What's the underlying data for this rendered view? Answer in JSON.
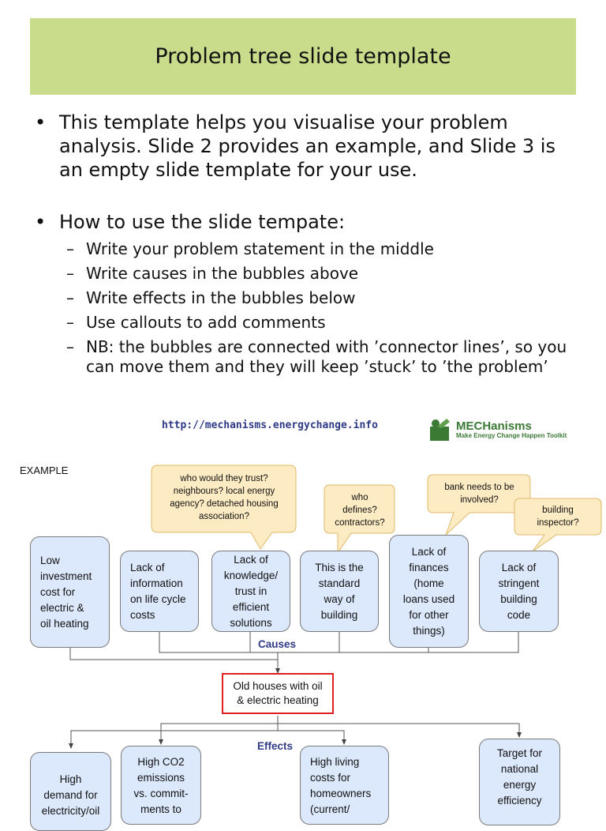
{
  "title": "Problem tree slide template",
  "bullets": {
    "intro": "This template helps you visualise your problem analysis. Slide 2 provides an example, and Slide 3 is an empty slide template for your use.",
    "howto": "How to use the slide tempate:",
    "steps": [
      "Write your problem statement in the middle",
      "Write causes in the bubbles above",
      "Write effects in the bubbles below",
      "Use callouts to add comments",
      "NB: the bubbles are connected with ’connector lines’, so you can move them and they will keep ’stuck’ to ’the problem’"
    ]
  },
  "footer": {
    "url": "http://mechanisms.energychange.info",
    "logo_name": "MECHanisms",
    "logo_tagline": "Make Energy Change Happen Toolkit"
  },
  "diagram": {
    "label": "EXAMPLE",
    "causes_label": "Causes",
    "effects_label": "Effects",
    "problem": "Old houses with oil\n& electric heating",
    "causes": [
      "Low\ninvestment\ncost for\nelectric &\noil heating",
      "Lack of\ninformation\non life cycle\ncosts",
      "Lack of\nknowledge/\ntrust in\nefficient\nsolutions",
      "This is the\nstandard\nway of\nbuilding",
      "Lack of\nfinances\n(home\nloans used\nfor other\nthings)",
      "Lack of\nstringent\nbuilding\ncode"
    ],
    "callouts": [
      "who would they trust?\nneighbours? local energy\nagency? detached housing\nassociation?",
      "who\ndefines?\ncontractors?",
      "bank needs to be\ninvolved?",
      "building\ninspector?"
    ],
    "effects": [
      "High\ndemand for\nelectricity/oil",
      "High CO2\nemissions\nvs. commit-\nments to",
      "High living\ncosts for\nhomeowners\n(current/",
      "Target for\nnational\nenergy\nefficiency"
    ]
  },
  "colors": {
    "title_bg": "#c9dc8b",
    "box_fill": "#dce8fb",
    "callout_fill": "#fdebc3",
    "problem_border": "#e02020",
    "label_blue": "#2f3a86",
    "logo_green": "#3b7a35"
  }
}
